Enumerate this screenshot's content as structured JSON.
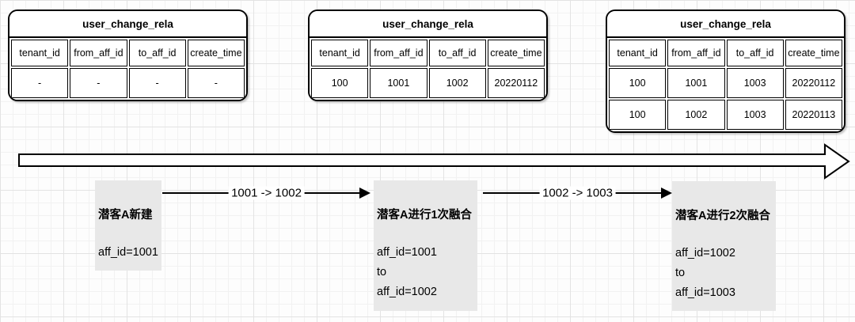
{
  "tables": [
    {
      "title": "user_change_rela",
      "headers": [
        "tenant_id",
        "from_aff_id",
        "to_aff_id",
        "create_time"
      ],
      "rows": [
        [
          "-",
          "-",
          "-",
          "-"
        ]
      ]
    },
    {
      "title": "user_change_rela",
      "headers": [
        "tenant_id",
        "from_aff_id",
        "to_aff_id",
        "create_time"
      ],
      "rows": [
        [
          "100",
          "1001",
          "1002",
          "20220112"
        ]
      ]
    },
    {
      "title": "user_change_rela",
      "headers": [
        "tenant_id",
        "from_aff_id",
        "to_aff_id",
        "create_time"
      ],
      "rows": [
        [
          "100",
          "1001",
          "1003",
          "20220112"
        ],
        [
          "100",
          "1002",
          "1003",
          "20220113"
        ]
      ]
    }
  ],
  "timeline": {
    "stages": [
      {
        "title": "潜客A新建",
        "lines": [
          "aff_id=1001"
        ]
      },
      {
        "title": "潜客A进行1次融合",
        "lines": [
          "aff_id=1001",
          "to",
          "aff_id=1002"
        ]
      },
      {
        "title": "潜客A进行2次融合",
        "lines": [
          "aff_id=1002",
          "to",
          "aff_id=1003"
        ]
      }
    ],
    "transitions": [
      {
        "label": "1001 -> 1002"
      },
      {
        "label": "1002 -> 1003"
      }
    ]
  },
  "colors": {
    "stage_box_bg": "#e8e8e8",
    "line_color": "#000000",
    "card_bg": "#ffffff"
  }
}
